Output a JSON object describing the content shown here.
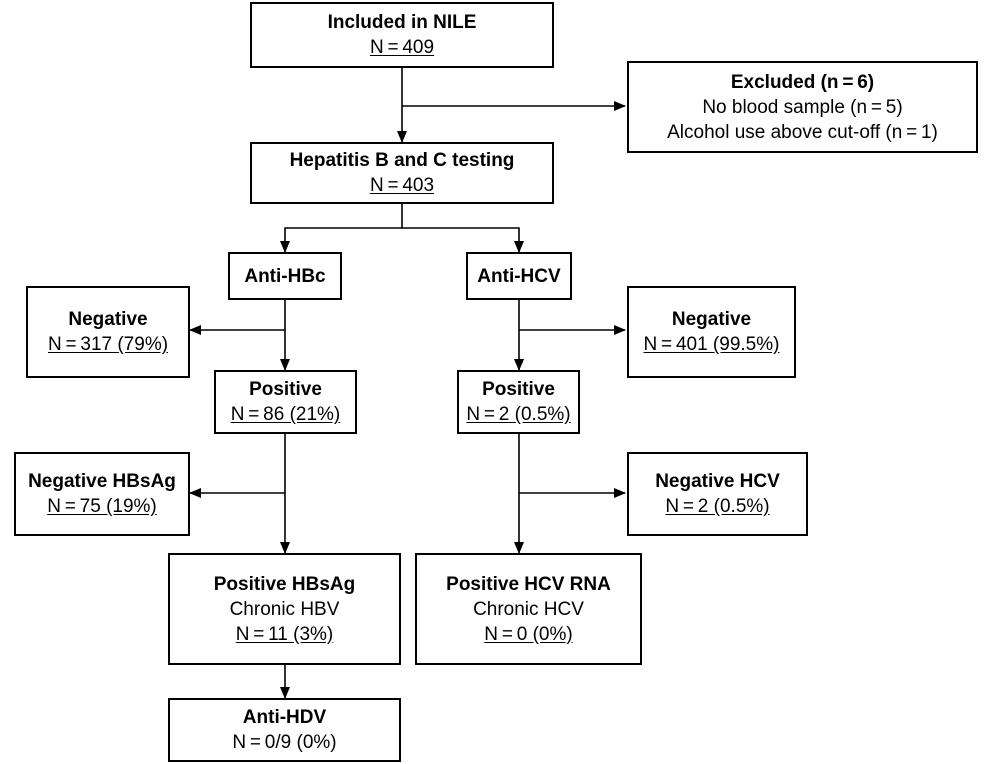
{
  "nodes": {
    "included": {
      "title": "Included in NILE",
      "count": "N = 409"
    },
    "excluded": {
      "title": "Excluded (n = 6)",
      "line1": "No blood sample (n = 5)",
      "line2": "Alcohol use above cut-off (n = 1)"
    },
    "testing": {
      "title": "Hepatitis B and C testing",
      "count": "N = 403"
    },
    "antiHBc": {
      "title": "Anti-HBc"
    },
    "antiHCV": {
      "title": "Anti-HCV"
    },
    "hbcNegative": {
      "title": "Negative",
      "count": "N = 317 (79%)"
    },
    "hbcPositive": {
      "title": "Positive",
      "count": "N = 86 (21%)"
    },
    "hcvNegative": {
      "title": "Negative",
      "count": "N = 401 (99.5%)"
    },
    "hcvPositive": {
      "title": "Positive",
      "count": "N = 2 (0.5%)"
    },
    "negHBsAg": {
      "title": "Negative HBsAg",
      "count": "N = 75 (19%)"
    },
    "negHCV": {
      "title": "Negative HCV",
      "count": "N = 2 (0.5%)"
    },
    "posHBsAg": {
      "title": "Positive HBsAg",
      "subtitle": "Chronic HBV",
      "count": "N = 11 (3%)"
    },
    "posHCVRNA": {
      "title": "Positive HCV RNA",
      "subtitle": "Chronic HCV",
      "count": "N = 0 (0%)"
    },
    "antiHDV": {
      "title": "Anti-HDV",
      "count": "N = 0/9 (0%)"
    }
  },
  "edges": [
    {
      "from": "included",
      "to": "testing"
    },
    {
      "from": "included",
      "to": "excluded"
    },
    {
      "from": "testing",
      "to": "antiHBc"
    },
    {
      "from": "testing",
      "to": "antiHCV"
    },
    {
      "from": "antiHBc",
      "to": "hbcPositive"
    },
    {
      "from": "antiHBc",
      "to": "hbcNegative"
    },
    {
      "from": "antiHCV",
      "to": "hcvPositive"
    },
    {
      "from": "antiHCV",
      "to": "hcvNegative"
    },
    {
      "from": "hbcPositive",
      "to": "posHBsAg"
    },
    {
      "from": "hbcPositive",
      "to": "negHBsAg"
    },
    {
      "from": "hcvPositive",
      "to": "posHCVRNA"
    },
    {
      "from": "hcvPositive",
      "to": "negHCV"
    },
    {
      "from": "posHBsAg",
      "to": "antiHDV"
    }
  ]
}
